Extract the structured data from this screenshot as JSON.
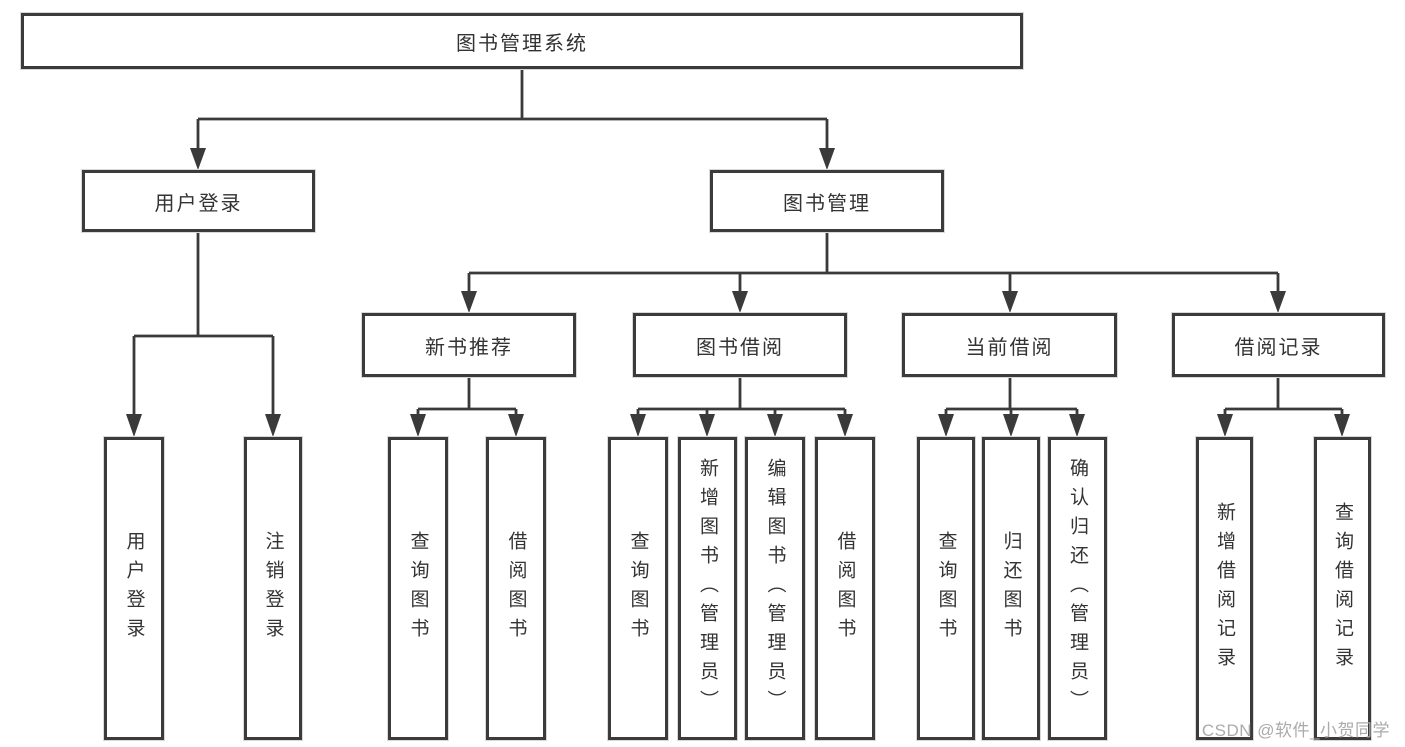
{
  "diagram": {
    "root": {
      "label": "图书管理系统"
    },
    "l2": {
      "user_login": {
        "label": "用户登录"
      },
      "book_mgmt": {
        "label": "图书管理"
      }
    },
    "l3": {
      "new_book_rec": {
        "label": "新书推荐"
      },
      "book_borrow": {
        "label": "图书借阅"
      },
      "current_borrow": {
        "label": "当前借阅"
      },
      "borrow_records": {
        "label": "借阅记录"
      }
    },
    "leaves": {
      "login": {
        "label": "用户登录"
      },
      "logout": {
        "label": "注销登录"
      },
      "rec_query": {
        "label": "查询图书"
      },
      "rec_borrow": {
        "label": "借阅图书"
      },
      "bb_query": {
        "label": "查询图书"
      },
      "bb_add": {
        "label": "新增图书（管理员）"
      },
      "bb_edit": {
        "label": "编辑图书（管理员）"
      },
      "bb_borrow": {
        "label": "借阅图书"
      },
      "cb_query": {
        "label": "查询图书"
      },
      "cb_return": {
        "label": "归还图书"
      },
      "cb_confirm": {
        "label": "确认归还（管理员）"
      },
      "br_add": {
        "label": "新增借阅记录"
      },
      "br_query": {
        "label": "查询借阅记录"
      }
    }
  },
  "watermark": {
    "text": "CSDN @软件_小贺同学"
  },
  "colors": {
    "line": "#3a3a3a",
    "box_border": "#3b3b3b",
    "box_fill": "#ffffff",
    "text": "#333333",
    "watermark": "#ababab",
    "background": "#ffffff"
  }
}
